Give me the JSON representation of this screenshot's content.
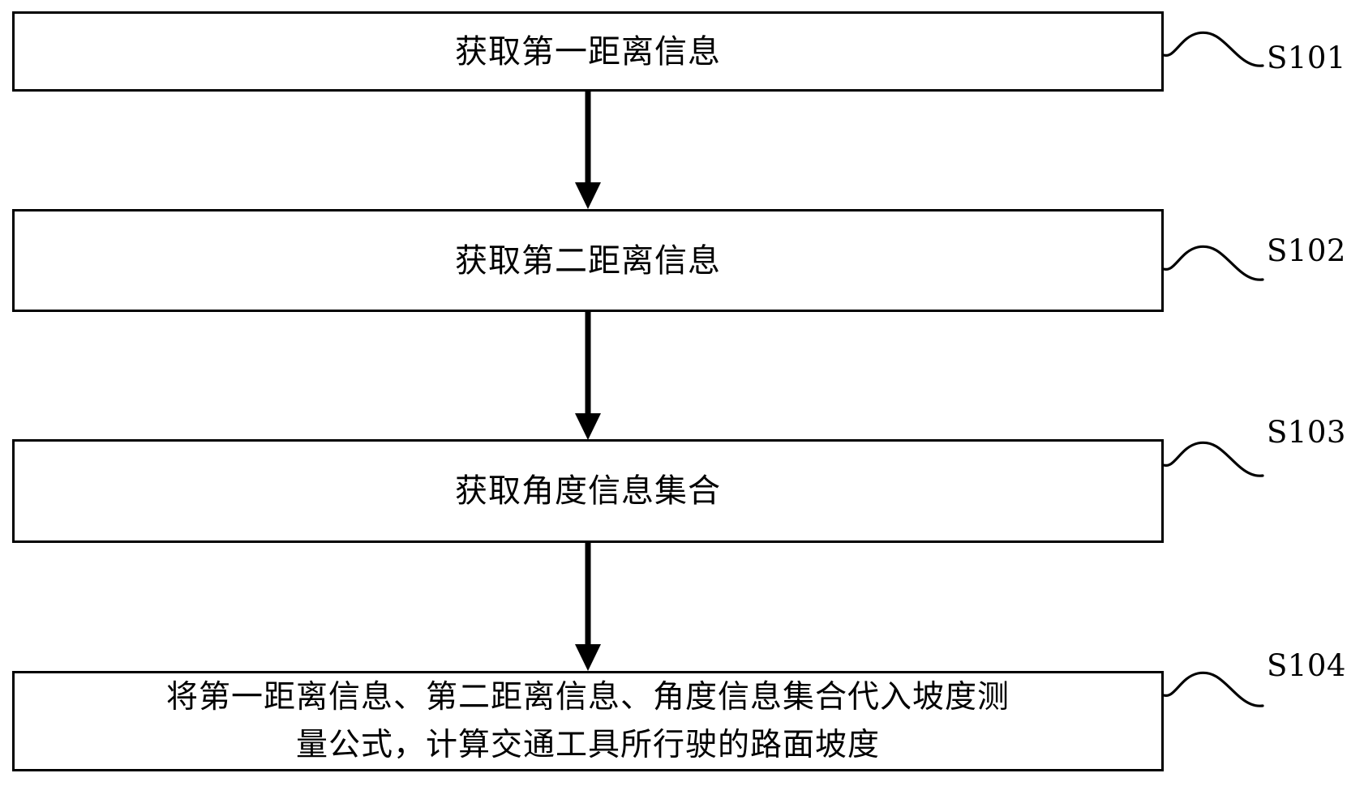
{
  "figure": {
    "type": "flowchart",
    "orientation": "vertical",
    "background_color": "#ffffff",
    "line_color": "#000000",
    "text_color": "#000000"
  },
  "steps": [
    {
      "id": "S101",
      "text": "获取第一距离信息",
      "ref_label": "S101",
      "lines": 1
    },
    {
      "id": "S102",
      "text": "获取第二距离信息",
      "ref_label": "S102",
      "lines": 1
    },
    {
      "id": "S103",
      "text": "获取角度信息集合",
      "ref_label": "S103",
      "lines": 1
    },
    {
      "id": "S104",
      "text": "将第一距离信息、第二距离信息、角度信息集合代入坡度测\n量公式，计算交通工具所行驶的路面坡度",
      "ref_label": "S104",
      "lines": 2
    }
  ],
  "connectors": [
    {
      "from": "S101",
      "to": "S102",
      "style": "solid-arrow-down"
    },
    {
      "from": "S102",
      "to": "S103",
      "style": "solid-arrow-down"
    },
    {
      "from": "S103",
      "to": "S104",
      "style": "solid-arrow-down"
    }
  ],
  "leaders": [
    {
      "for": "S101",
      "style": "s-curve"
    },
    {
      "for": "S102",
      "style": "s-curve"
    },
    {
      "for": "S103",
      "style": "s-curve"
    },
    {
      "for": "S104",
      "style": "s-curve"
    }
  ]
}
